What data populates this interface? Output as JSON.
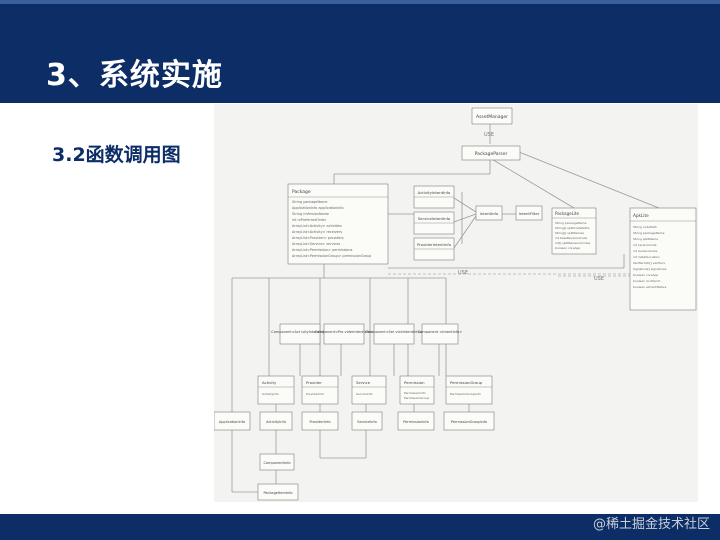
{
  "slide": {
    "title": "3、系统实施",
    "subtitle": "3.2函数调用图",
    "watermark": "@稀土掘金技术社区"
  },
  "diagram": {
    "boxes": {
      "assetmanager": "AssetManager",
      "packageparser": "PackageParser",
      "package": "Package",
      "activityintentinfo": "ActivityIntentInfo",
      "serviceintentinfo": "ServiceIntentInfo",
      "providerintentinfo": "ProviderIntentInfo",
      "intentinfo": "IntentInfo",
      "intentfilter": "IntentFilter",
      "packagelite": "PackageLite",
      "apklite": "ApkLite",
      "component_activity": "Component<Act ivityIntentInfo>",
      "component_provider": "Component<Pro viderIntentInfo>",
      "component_service": "Component<Ser viceIntentInfo>",
      "component_intentinfo": "Component <IntentInfo>",
      "activity": "Activity",
      "provider": "Provider",
      "service": "Service",
      "permission": "Permission",
      "permissiongroup": "PermissionGroup",
      "applicationinfo": "ApplicationInfo",
      "activityinfo": "ActivityInfo",
      "providerinfo": "ProviderInfo",
      "serviceinfo": "ServiceInfo",
      "permissioninfo": "PermissionInfo",
      "permissiongroupinfo": "PermissionGroupInfo",
      "componentinfo": "ComponentInfo",
      "packageiteminfo": "PackageItemInfo"
    },
    "members": {
      "package": [
        "String packageName",
        "ApplicationInfo applicationInfo",
        "String mVersionName",
        "int mPreferredOrder",
        "ArrayList<Activity> activities",
        "ArrayList<Activity> receivers",
        "ArrayList<Provider> providers",
        "ArrayList<Service> services",
        "ArrayList<Permission> permissions",
        "ArrayList<PermissionGroup> permissionGroup"
      ],
      "packagelite": [
        "String packageName",
        "String[] splitCodePaths",
        "String[] splitNames",
        "int baseRevisionCode",
        "int[] splitRevisionCodes",
        "boolean coreApp"
      ],
      "apklite": [
        "String codePath",
        "String packageName",
        "String splitName",
        "int versionCode",
        "int revisionCode",
        "int installLocation",
        "VerifierInfo[] verifiers",
        "Signature[] signatures",
        "boolean coreApp",
        "boolean multiArch",
        "boolean extractNative"
      ],
      "activity": [
        "ActivityInfo"
      ],
      "provider": [
        "ProviderInfo"
      ],
      "service": [
        "ServiceInfo"
      ],
      "permission": [
        "PermissionInfo",
        "PermissionGroup"
      ],
      "permissiongroup": [
        "PermissionGroupInfo"
      ]
    },
    "use_labels": {
      "top": "USE",
      "middle": "USE",
      "right": "USE"
    }
  }
}
